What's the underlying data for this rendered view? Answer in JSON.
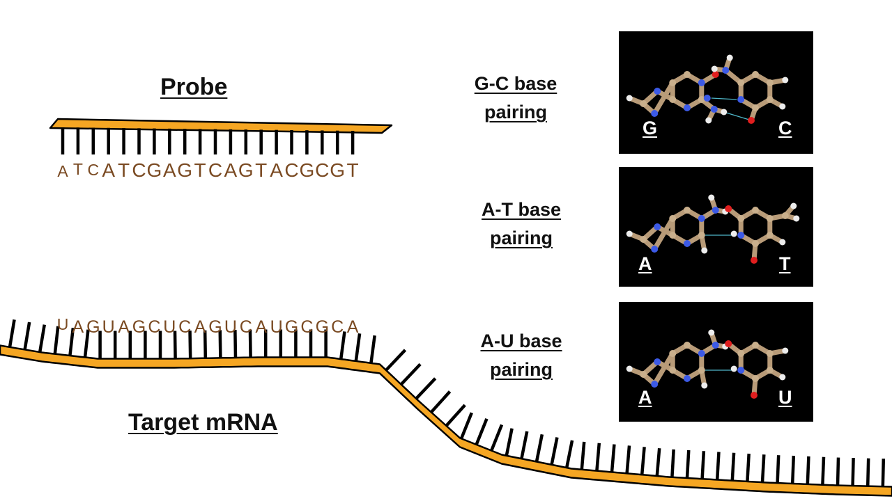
{
  "probe": {
    "title": "Probe",
    "sequence": [
      "A",
      "T",
      "C",
      "A",
      "T",
      "C",
      "G",
      "A",
      "G",
      "T",
      "C",
      "A",
      "G",
      "T",
      "A",
      "C",
      "G",
      "C",
      "G",
      "T"
    ]
  },
  "target": {
    "title": "Target mRNA",
    "sequence": [
      "U",
      "A",
      "G",
      "U",
      "A",
      "G",
      "C",
      "U",
      "C",
      "A",
      "G",
      "U",
      "C",
      "A",
      "U",
      "G",
      "C",
      "G",
      "C",
      "A"
    ]
  },
  "pairings": [
    {
      "line1": "G-C base",
      "line2": "pairing",
      "left": "G",
      "right": "C",
      "variant": "gc"
    },
    {
      "line1": "A-T base",
      "line2": "pairing",
      "left": "A",
      "right": "T",
      "variant": "at"
    },
    {
      "line1": "A-U base",
      "line2": "pairing",
      "left": "A",
      "right": "U",
      "variant": "au"
    }
  ],
  "colors": {
    "backbone": "#F5A623",
    "nucleotide_letter": "#7A4A22",
    "carbon": "#C9AF8C",
    "nitrogen": "#3C5AE6",
    "oxygen": "#E01E1E",
    "hydrogen": "#EDEDED",
    "hbond": "#4FB7C9"
  }
}
